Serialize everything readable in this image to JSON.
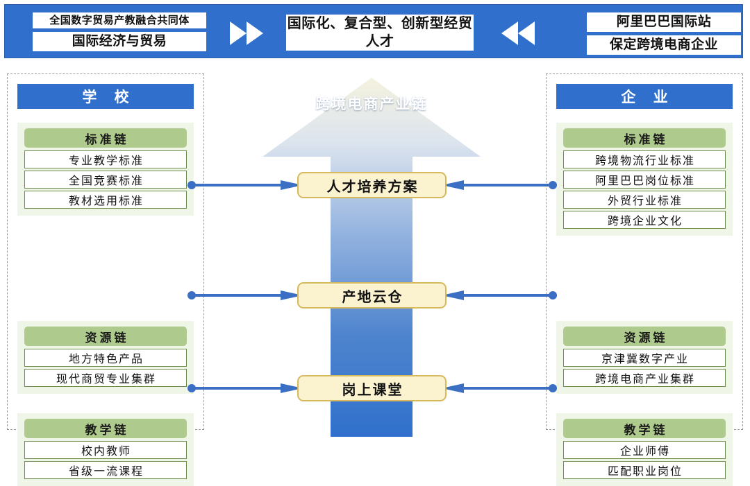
{
  "header": {
    "left_boxes": [
      "全国数字贸易产教融合共同体",
      "国际经济与贸易"
    ],
    "center_text": "国际化、复合型、创新型经贸人才",
    "right_boxes": [
      "阿里巴巴国际站",
      "保定跨境电商企业"
    ],
    "icon_forward": "double-chevron-right-icon",
    "icon_back": "double-chevron-left-icon"
  },
  "center": {
    "arrow_label": "跨境电商产业链",
    "nodes": [
      "人才培养方案",
      "产地云仓",
      "岗上课堂"
    ]
  },
  "left_panel": {
    "title": "学 校",
    "groups": [
      {
        "head": "标准链",
        "items": [
          "专业教学标准",
          "全国竞赛标准",
          "教材选用标准"
        ]
      },
      {
        "head": "资源链",
        "items": [
          "地方特色产品",
          "现代商贸专业集群"
        ]
      },
      {
        "head": "教学链",
        "items": [
          "校内教师",
          "省级一流课程"
        ]
      }
    ]
  },
  "right_panel": {
    "title": "企 业",
    "groups": [
      {
        "head": "标准链",
        "items": [
          "跨境物流行业标准",
          "阿里巴巴岗位标准",
          "外贸行业标准",
          "跨境企业文化"
        ]
      },
      {
        "head": "资源链",
        "items": [
          "京津冀数字产业",
          "跨境电商产业集群"
        ]
      },
      {
        "head": "教学链",
        "items": [
          "企业师傅",
          "匹配职业岗位"
        ]
      }
    ]
  },
  "colors": {
    "brand_blue": "#3070CC",
    "chain_green": "#AECA8C",
    "group_bg": "#EFF6E8",
    "node_fill": "#FBF3D0",
    "node_border": "#D6B95C",
    "connector_blue": "#3A6FC4"
  }
}
